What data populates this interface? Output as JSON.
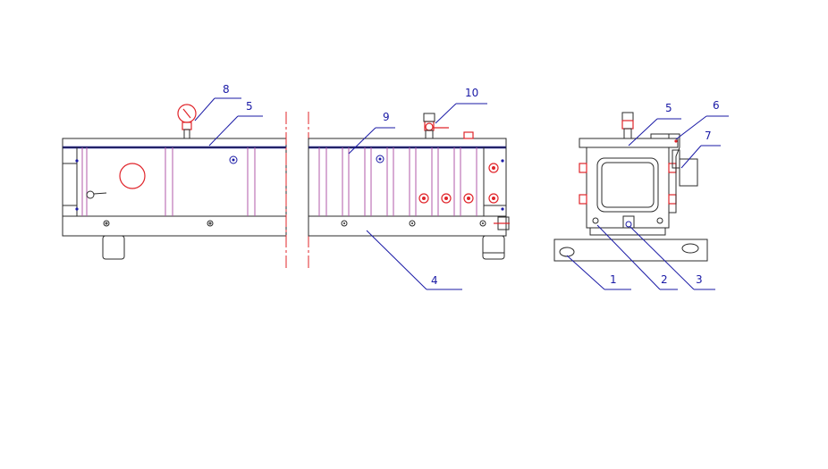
{
  "callouts": [
    {
      "id": "c1",
      "label": "1"
    },
    {
      "id": "c2",
      "label": "2"
    },
    {
      "id": "c3",
      "label": "3"
    },
    {
      "id": "c4",
      "label": "4"
    },
    {
      "id": "c5a",
      "label": "5"
    },
    {
      "id": "c5b",
      "label": "5"
    },
    {
      "id": "c6",
      "label": "6"
    },
    {
      "id": "c7",
      "label": "7"
    },
    {
      "id": "c8",
      "label": "8"
    },
    {
      "id": "c9",
      "label": "9"
    },
    {
      "id": "c10",
      "label": "10"
    }
  ],
  "colors": {
    "outline": "#2b2b2b",
    "callout": "#1a1aa6",
    "ports": "#e0242a",
    "ribs": "#b05aa8"
  }
}
